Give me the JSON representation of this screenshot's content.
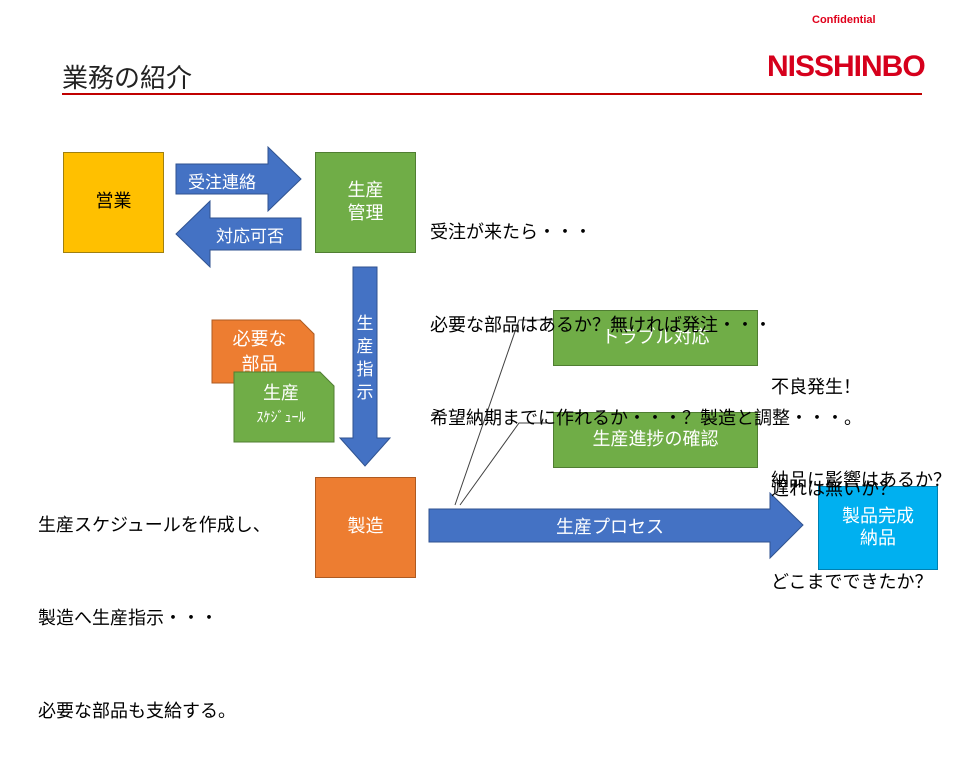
{
  "header": {
    "title": "業務の紹介",
    "confidential": "Confidential",
    "logo": "NISSHINBO"
  },
  "nodes": {
    "sales": "営業",
    "production_control_line1": "生産",
    "production_control_line2": "管理",
    "manufacturing": "製造",
    "trouble": "トラブル対応",
    "progress": "生産進捗の確認",
    "complete_line1": "製品完成",
    "complete_line2": "納品"
  },
  "arrows": {
    "order_contact": "受注連絡",
    "feasibility": "対応可否",
    "production_instruction": [
      "生",
      "産",
      "指",
      "示"
    ],
    "production_process": "生産プロセス"
  },
  "documents": {
    "parts_line1": "必要な",
    "parts_line2": "部品",
    "schedule_line1": "生産",
    "schedule_line2": "ｽｹｼﾞｭｰﾙ"
  },
  "notes": {
    "control": [
      "受注が来たら・・・",
      "必要な部品はあるか？無ければ発注・・・",
      "希望納期までに作れるか・・・？製造と調整・・・。"
    ],
    "manufacturing": [
      "生産スケジュールを作成し、",
      "製造へ生産指示・・・",
      "必要な部品も支給する。"
    ],
    "trouble": [
      "不良発生！",
      "納品に影響はあるか？"
    ],
    "progress": [
      "遅れは無いか？",
      "どこまでできたか？"
    ]
  },
  "colors": {
    "arrow_blue": "#4472c4",
    "green": "#70ad47",
    "orange": "#ed7d31",
    "yellow": "#ffc000",
    "cyan": "#00b0f0",
    "rule_red": "#c00000"
  }
}
